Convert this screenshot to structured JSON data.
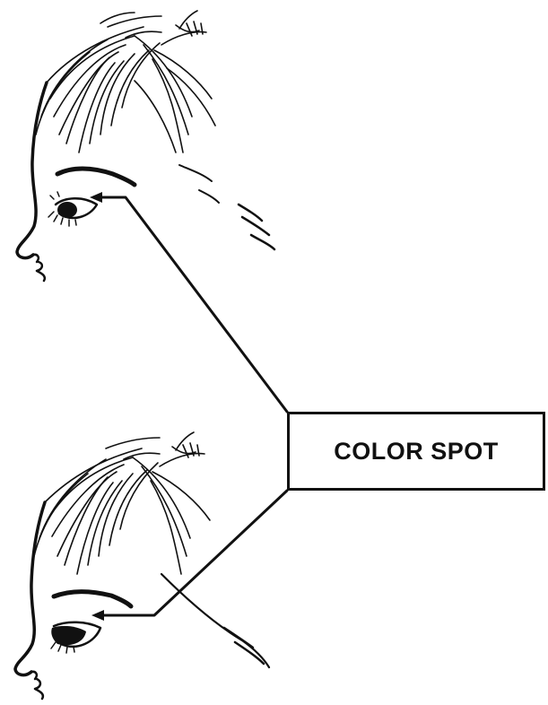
{
  "callout": {
    "label": "COLOR SPOT"
  },
  "figures": [
    {
      "name": "upper-head",
      "eye_style": "open eye with visible iris"
    },
    {
      "name": "lower-head",
      "eye_style": "downcast eye with lashes"
    }
  ],
  "colors": {
    "ink": "#111111",
    "background": "#ffffff"
  }
}
